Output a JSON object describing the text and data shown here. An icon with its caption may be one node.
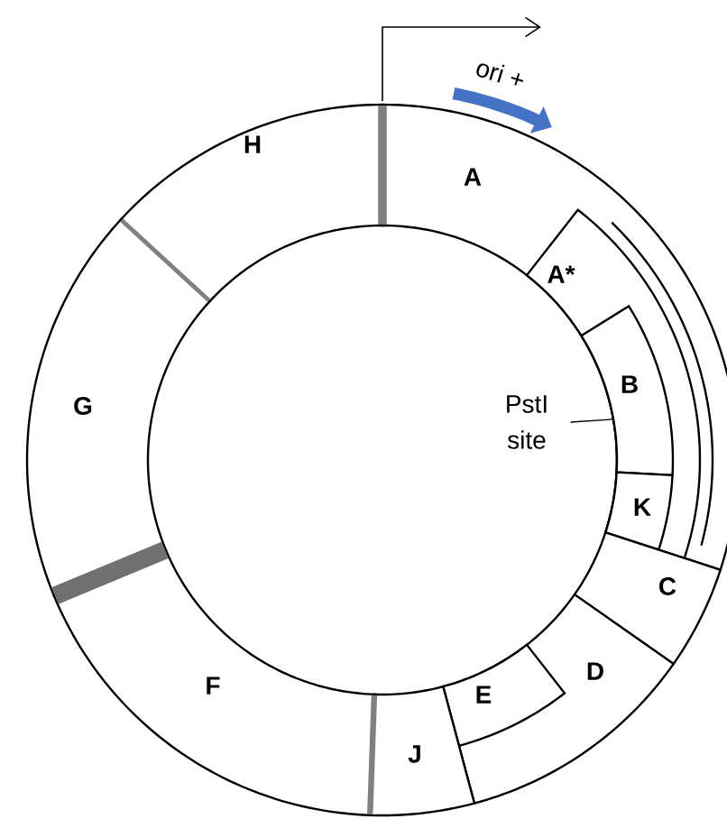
{
  "diagram": {
    "nodes": [
      {
        "text": [
          "A"
        ]
      },
      {
        "text": [
          "A*"
        ],
        "in": 0
      },
      {
        "text": [
          "B"
        ],
        "in": 1
      },
      {
        "text": [
          "K"
        ],
        "in": 1
      },
      {
        "text": [
          "C"
        ]
      },
      {
        "text": [
          "D"
        ]
      },
      {
        "text": [
          "E"
        ],
        "in": 5
      },
      {
        "text": [
          "J"
        ]
      },
      {
        "text": [
          "F"
        ]
      },
      {
        "text": [
          "G"
        ]
      },
      {
        "text": [
          "H"
        ]
      },
      {
        "text": [
          "PstI site"
        ]
      }
    ],
    "edges": [
      {
        "from": 11,
        "to": 2,
        "arrow": "none"
      }
    ],
    "labels": [
      "ori +"
    ]
  }
}
